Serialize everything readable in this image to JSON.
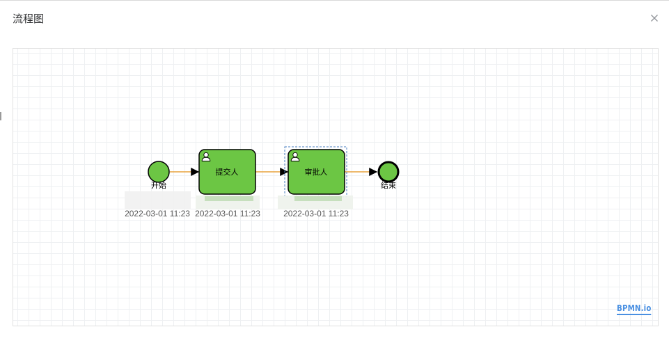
{
  "dialog": {
    "title": "流程图",
    "close_icon": "close-icon"
  },
  "diagram": {
    "start_event": {
      "label": "开始",
      "time": "2022-03-01 11:23"
    },
    "task_submit": {
      "label": "提交人",
      "time": "2022-03-01 11:23",
      "icon": "user-icon"
    },
    "task_approve": {
      "label": "审批人",
      "time": "2022-03-01 11:23",
      "icon": "user-icon"
    },
    "end_event": {
      "label": "结束"
    },
    "colors": {
      "completed_fill": "#6cc644",
      "flow": "#e8a33d",
      "selection": "#4a7fc1"
    }
  },
  "watermark": {
    "text": "BPMN.io"
  }
}
